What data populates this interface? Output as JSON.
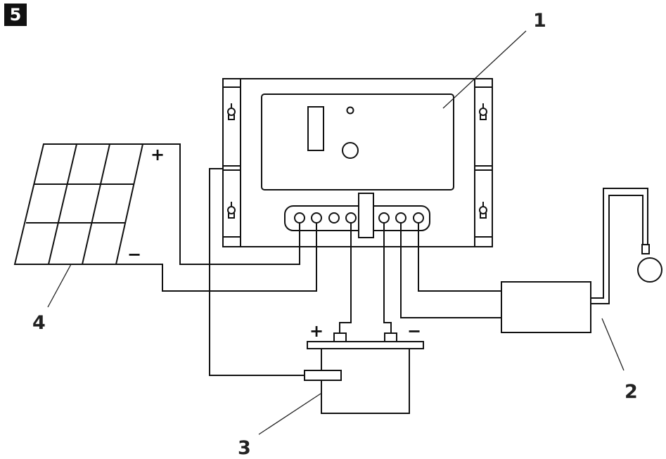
{
  "figure": {
    "number": "5"
  },
  "callouts": {
    "controller": "1",
    "load": "2",
    "battery": "3",
    "solar_panel": "4"
  },
  "panel_terminals": {
    "plus": "+",
    "minus": "−"
  },
  "battery_terminals": {
    "plus": "+",
    "minus": "−"
  }
}
